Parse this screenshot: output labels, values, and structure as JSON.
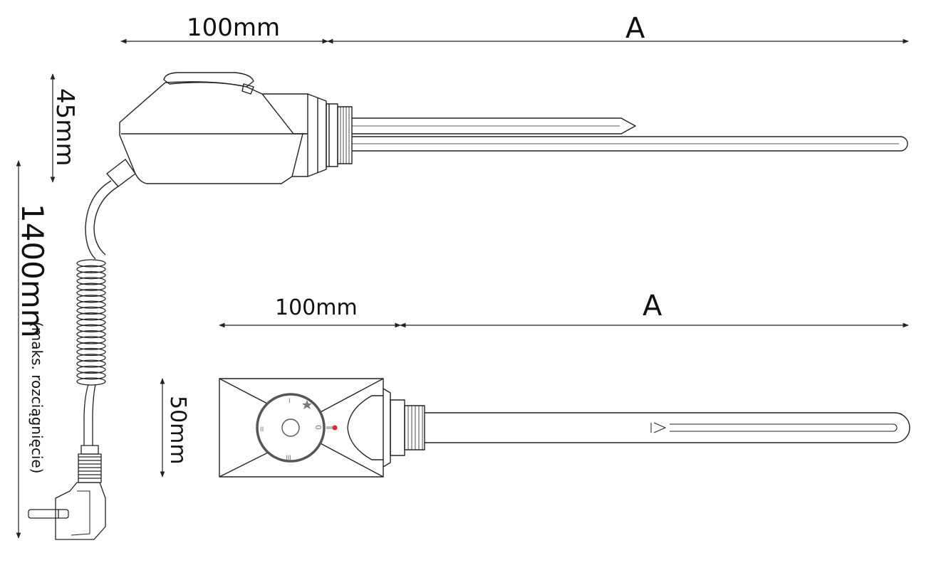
{
  "labels": {
    "top_width": "100mm",
    "top_length": "A",
    "top_height": "45mm",
    "cable_length": "1400mm",
    "cable_note": "(maks. rozciągnięcie)",
    "bottom_width": "100mm",
    "bottom_length": "A",
    "bottom_height": "50mm"
  },
  "dial": {
    "marks": [
      "I",
      "II",
      "III",
      "0"
    ],
    "star_icon": "frost-star-icon",
    "indicator_color": "#e0282a"
  },
  "colors": {
    "line": "#222222",
    "dial_ring": "#555555"
  }
}
